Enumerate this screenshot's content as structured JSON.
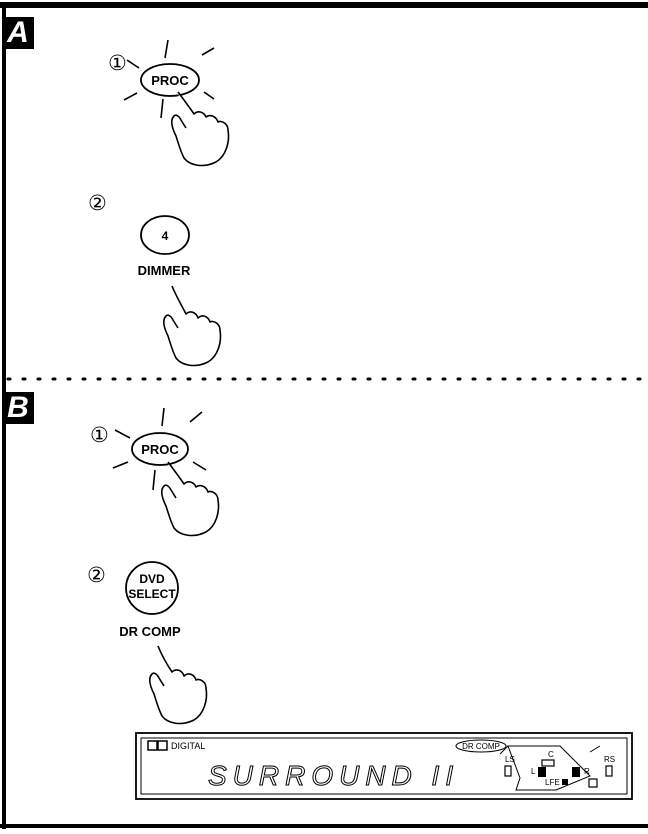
{
  "sections": [
    {
      "label": "A",
      "steps": [
        {
          "number": "①",
          "button_label": "PROC"
        },
        {
          "number": "②",
          "button_label": "4",
          "caption": "DIMMER"
        }
      ]
    },
    {
      "label": "B",
      "steps": [
        {
          "number": "①",
          "button_label": "PROC"
        },
        {
          "number": "②",
          "button_label_line1": "DVD",
          "button_label_line2": "SELECT",
          "caption": "DR COMP"
        }
      ]
    }
  ],
  "display_panel": {
    "logo_text": "DIGITAL",
    "main_text": "SURROUND II",
    "indicator": "DR COMP",
    "channels": {
      "ls": "LS",
      "c": "C",
      "rs": "RS",
      "l": "L",
      "r": "R",
      "lfe": "LFE"
    }
  }
}
